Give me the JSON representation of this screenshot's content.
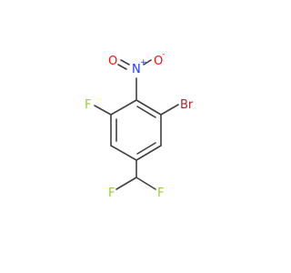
{
  "molecule": {
    "atoms": {
      "bromine": {
        "label": "Br",
        "color": "#a52a2a"
      },
      "fluorine_ring": {
        "label": "F",
        "color": "#9acd32"
      },
      "fluorine_left": {
        "label": "F",
        "color": "#9acd32"
      },
      "fluorine_right": {
        "label": "F",
        "color": "#9acd32"
      },
      "nitro_nitrogen": {
        "label": "N",
        "charge": "+",
        "color": "#1e3cff"
      },
      "nitro_oxygen_double": {
        "label": "O",
        "color": "#ff0d0d"
      },
      "nitro_oxygen_single": {
        "label": "O",
        "charge": "-",
        "color": "#ff0d0d"
      }
    },
    "bond_color": "#404040"
  }
}
